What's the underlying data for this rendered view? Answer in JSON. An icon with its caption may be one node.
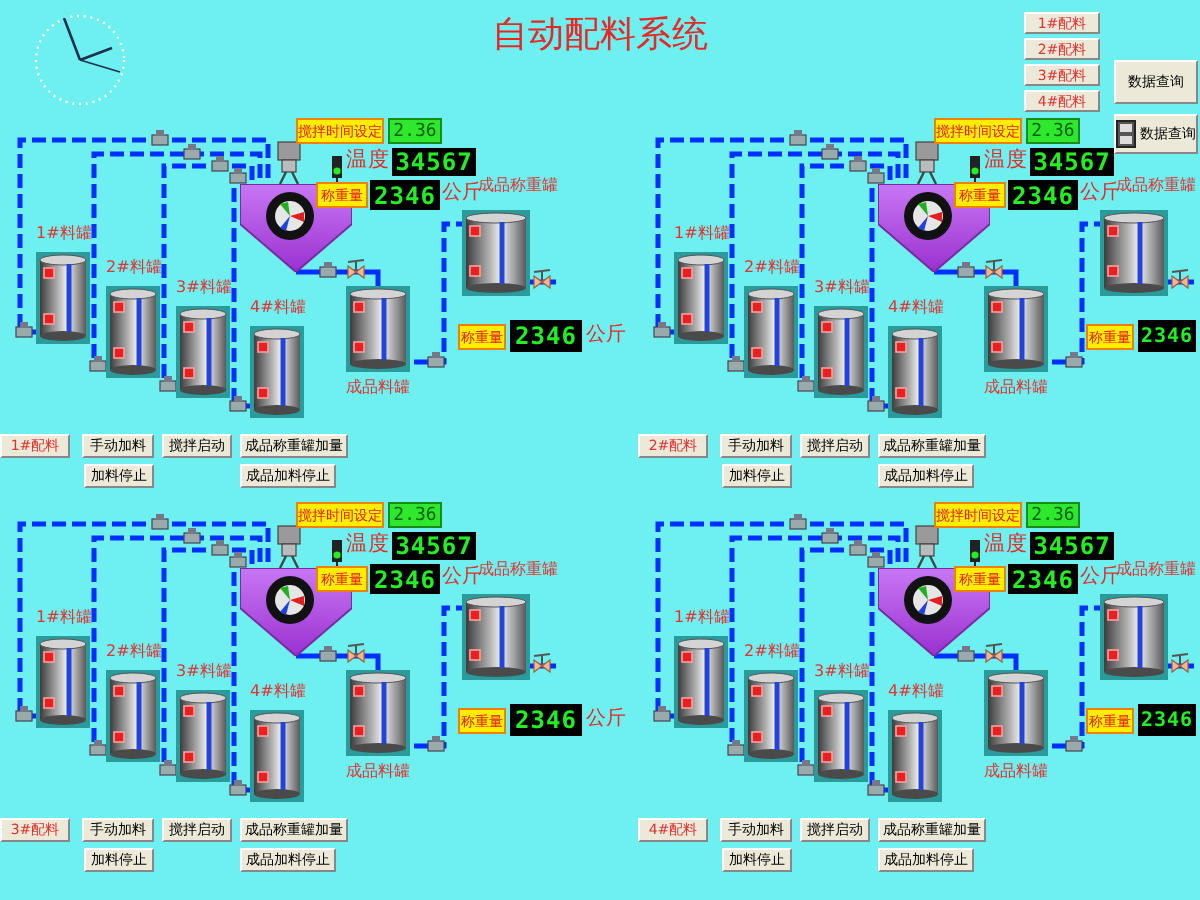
{
  "diagram": {
    "title": "自动配料系统",
    "nodes": [
      {
        "text": [
          "1#料罐"
        ]
      },
      {
        "text": [
          "2#料罐"
        ]
      },
      {
        "text": [
          "3#料罐"
        ]
      },
      {
        "text": [
          "4#料罐"
        ]
      },
      {
        "text": [],
        "shape": "funnel"
      },
      {
        "text": [
          "搅拌时间设定"
        ]
      },
      {
        "text": [
          "2.36"
        ]
      },
      {
        "text": [
          "34567"
        ]
      },
      {
        "text": [
          "称重量"
        ]
      },
      {
        "text": [
          "2346"
        ]
      },
      {
        "text": [
          "成品称重罐"
        ]
      },
      {
        "text": [
          "成品料罐"
        ]
      },
      {
        "text": [
          "称重量"
        ]
      },
      {
        "text": [
          "2346"
        ]
      },
      {
        "text": [
          "1#配料"
        ]
      },
      {
        "text": [
          "手动加料"
        ]
      },
      {
        "text": [
          "搅拌启动"
        ]
      },
      {
        "text": [
          "成品称重罐加量"
        ]
      },
      {
        "text": [
          "加料停止"
        ]
      },
      {
        "text": [
          "成品加料停止"
        ]
      },
      {
        "text": [
          "1#料罐"
        ]
      },
      {
        "text": [
          "2#料罐"
        ]
      },
      {
        "text": [
          "3#料罐"
        ]
      },
      {
        "text": [
          "4#料罐"
        ]
      },
      {
        "text": [],
        "shape": "funnel"
      },
      {
        "text": [
          "搅拌时间设定"
        ]
      },
      {
        "text": [
          "2.36"
        ]
      },
      {
        "text": [
          "34567"
        ]
      },
      {
        "text": [
          "称重量"
        ]
      },
      {
        "text": [
          "2346"
        ]
      },
      {
        "text": [
          "成品称重罐"
        ]
      },
      {
        "text": [
          "成品料罐"
        ]
      },
      {
        "text": [
          "称重量"
        ]
      },
      {
        "text": [
          "2346"
        ]
      },
      {
        "text": [
          "2#配料"
        ]
      },
      {
        "text": [
          "手动加料"
        ]
      },
      {
        "text": [
          "搅拌启动"
        ]
      },
      {
        "text": [
          "成品称重罐加量"
        ]
      },
      {
        "text": [
          "加料停止"
        ]
      },
      {
        "text": [
          "成品加料停止"
        ]
      },
      {
        "text": [
          "1#配料"
        ]
      },
      {
        "text": [
          "2#配料"
        ]
      },
      {
        "text": [
          "3#配料"
        ]
      },
      {
        "text": [
          "4#配料"
        ]
      },
      {
        "text": [
          "数据查询"
        ]
      },
      {
        "text": [
          "数据查询"
        ]
      },
      {
        "text": [
          "1#料罐"
        ]
      },
      {
        "text": [
          "2#料罐"
        ]
      },
      {
        "text": [
          "3#料罐"
        ]
      },
      {
        "text": [
          "4#料罐"
        ]
      },
      {
        "text": [],
        "shape": "funnel"
      },
      {
        "text": [
          "搅拌时间设定"
        ]
      },
      {
        "text": [
          "2.36"
        ]
      },
      {
        "text": [
          "34567"
        ]
      },
      {
        "text": [
          "称重量"
        ]
      },
      {
        "text": [
          "2346"
        ]
      },
      {
        "text": [
          "成品称重罐"
        ]
      },
      {
        "text": [
          "成品料罐"
        ]
      },
      {
        "text": [
          "称重量"
        ]
      },
      {
        "text": [
          "2346"
        ]
      },
      {
        "text": [
          "3#配料"
        ]
      },
      {
        "text": [
          "手动加料"
        ]
      },
      {
        "text": [
          "搅拌启动"
        ]
      },
      {
        "text": [
          "成品称重罐加量"
        ]
      },
      {
        "text": [
          "加料停止"
        ]
      },
      {
        "text": [
          "成品加料停止"
        ]
      },
      {
        "text": [
          "1#料罐"
        ]
      },
      {
        "text": [
          "2#料罐"
        ]
      },
      {
        "text": [
          "3#料罐"
        ]
      },
      {
        "text": [
          "4#料罐"
        ]
      },
      {
        "text": [],
        "shape": "funnel"
      },
      {
        "text": [
          "搅拌时间设定"
        ]
      },
      {
        "text": [
          "2.36"
        ]
      },
      {
        "text": [
          "34567"
        ]
      },
      {
        "text": [
          "称重量"
        ]
      },
      {
        "text": [
          "2346"
        ]
      },
      {
        "text": [
          "成品称重罐"
        ]
      },
      {
        "text": [
          "成品料罐"
        ]
      },
      {
        "text": [
          "称重量"
        ]
      },
      {
        "text": [
          "2346"
        ]
      },
      {
        "text": [
          "4#配料"
        ]
      },
      {
        "text": [
          "手动加料"
        ]
      },
      {
        "text": [
          "搅拌启动"
        ]
      },
      {
        "text": [
          "成品称重罐加量"
        ]
      },
      {
        "text": [
          "加料停止"
        ]
      },
      {
        "text": [
          "成品加料停止"
        ]
      }
    ],
    "edges": [
      {
        "from": 0,
        "to": 4,
        "arrow": "none",
        "style": "dashed"
      },
      {
        "from": 1,
        "to": 4,
        "arrow": "none",
        "style": "dashed"
      },
      {
        "from": 2,
        "to": 4,
        "arrow": "none",
        "style": "dashed"
      },
      {
        "from": 3,
        "to": 4,
        "arrow": "none",
        "style": "dashed"
      },
      {
        "from": 4,
        "to": 11,
        "arrow": "none"
      },
      {
        "from": 11,
        "to": 10,
        "arrow": "none",
        "style": "dashed"
      },
      {
        "from": 20,
        "to": 24,
        "arrow": "none",
        "style": "dashed"
      },
      {
        "from": 21,
        "to": 24,
        "arrow": "none",
        "style": "dashed"
      },
      {
        "from": 22,
        "to": 24,
        "arrow": "none",
        "style": "dashed"
      },
      {
        "from": 23,
        "to": 24,
        "arrow": "none",
        "style": "dashed"
      },
      {
        "from": 24,
        "to": 31,
        "arrow": "none"
      },
      {
        "from": 31,
        "to": 30,
        "arrow": "none",
        "style": "dashed"
      },
      {
        "from": 46,
        "to": 50,
        "arrow": "none",
        "style": "dashed"
      },
      {
        "from": 47,
        "to": 50,
        "arrow": "none",
        "style": "dashed"
      },
      {
        "from": 48,
        "to": 50,
        "arrow": "none",
        "style": "dashed"
      },
      {
        "from": 49,
        "to": 50,
        "arrow": "none",
        "style": "dashed"
      },
      {
        "from": 50,
        "to": 57,
        "arrow": "none"
      },
      {
        "from": 57,
        "to": 56,
        "arrow": "none",
        "style": "dashed"
      },
      {
        "from": 66,
        "to": 70,
        "arrow": "none",
        "style": "dashed"
      },
      {
        "from": 67,
        "to": 70,
        "arrow": "none",
        "style": "dashed"
      },
      {
        "from": 68,
        "to": 70,
        "arrow": "none",
        "style": "dashed"
      },
      {
        "from": 69,
        "to": 70,
        "arrow": "none",
        "style": "dashed"
      },
      {
        "from": 70,
        "to": 77,
        "arrow": "none"
      },
      {
        "from": 77,
        "to": 76,
        "arrow": "none",
        "style": "dashed"
      }
    ],
    "labels": [
      "温度",
      "公斤",
      "公斤",
      "温度",
      "公斤",
      "温度",
      "公斤",
      "公斤",
      "温度",
      "公斤"
    ]
  }
}
